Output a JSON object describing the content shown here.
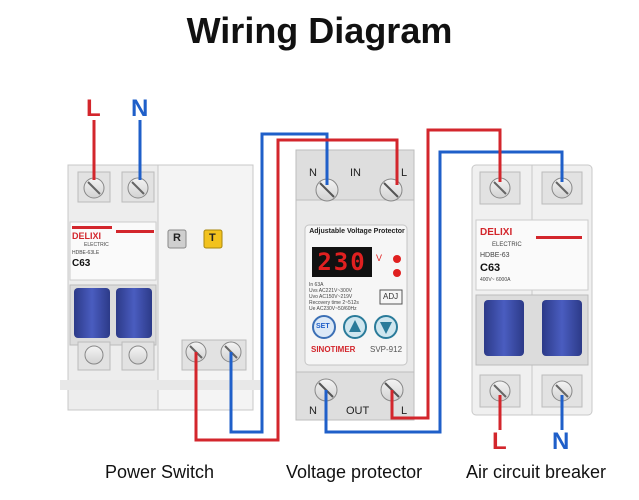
{
  "title": "Wiring Diagram",
  "captions": {
    "left": "Power Switch",
    "middle": "Voltage protector",
    "right": "Air circuit breaker"
  },
  "terminals": {
    "top_left_L": "L",
    "top_left_N": "N",
    "bottom_right_L": "L",
    "bottom_right_N": "N",
    "protector_in_n": "N",
    "protector_in": "IN",
    "protector_in_l": "L",
    "protector_out_n": "N",
    "protector_out": "OUT",
    "protector_out_l": "L"
  },
  "power_switch": {
    "brand": "DELIXI",
    "sub": "ELECTRIC",
    "model": "HDBE-63LE",
    "rating": "C63",
    "r_button": "R",
    "t_button": "T"
  },
  "protector": {
    "header": "Adjustable Voltage Protector",
    "display": "230",
    "unit": "V",
    "adj": "ADJ",
    "set_label": "SET",
    "brand": "SINOTIMER",
    "model": "SVP-912",
    "spec_lines": [
      "In 63A",
      "Uvs  AC221V~300V",
      "Uvo  AC150V~219V",
      "Recovery time 2~512s",
      "Ue  AC230V~50/60Hz"
    ]
  },
  "breaker": {
    "brand": "DELIXI",
    "sub": "ELECTRIC",
    "model": "HDBE-63",
    "rating": "C63",
    "spec": "400V~ 6000A"
  },
  "colors": {
    "live": "#d3262c",
    "neutral": "#1f5fc9",
    "handle": "#3e4fa8",
    "display": "#e02020"
  }
}
